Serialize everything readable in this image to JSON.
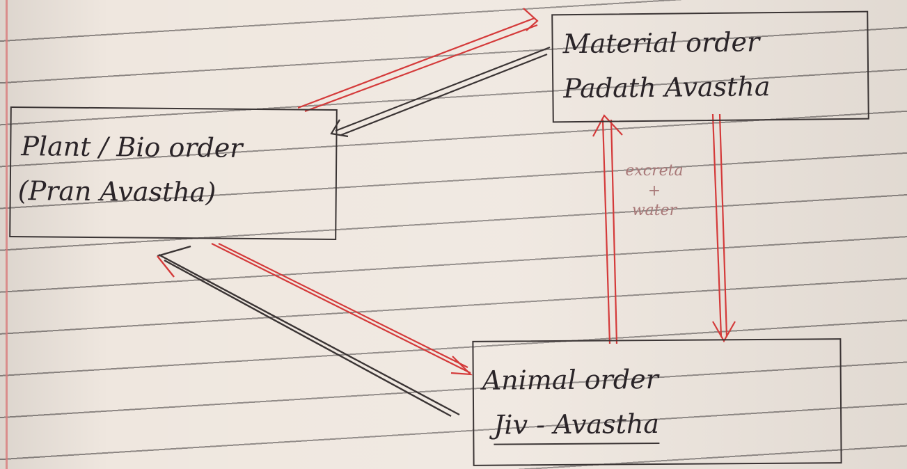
{
  "nodes": {
    "material": {
      "line1": "Material order",
      "line2": "Padath Avastha"
    },
    "plant": {
      "line1": "Plant / Bio order",
      "line2": "(Pran Avastha)"
    },
    "animal": {
      "line1": "Animal order",
      "line2": "Jiv - Avastha"
    }
  },
  "annotation": {
    "line1": "excreta",
    "line2": "+",
    "line3": "water"
  },
  "colors": {
    "ink": "#3a3434",
    "red_ink": "#d43a3a",
    "paper": "#efe7df",
    "rule": "#3c3737"
  }
}
